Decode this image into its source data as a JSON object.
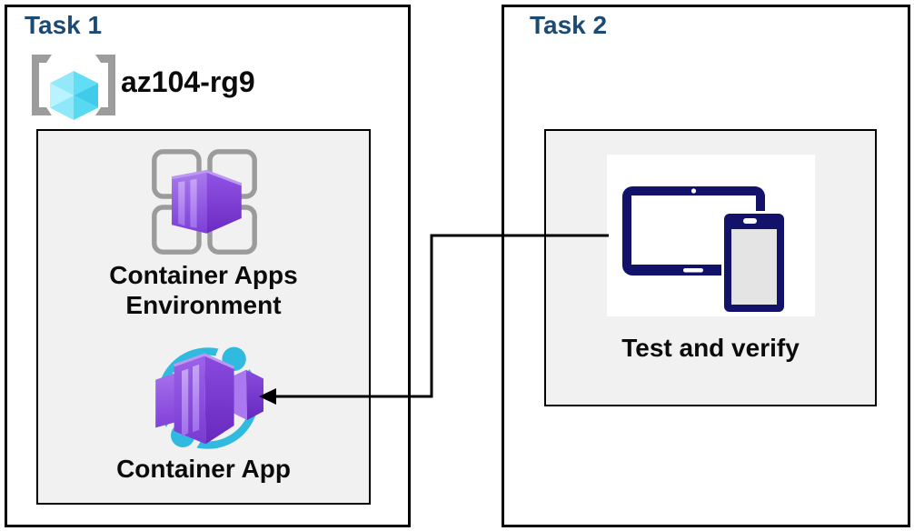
{
  "task1": {
    "title": "Task 1",
    "resource_group_label": "az104-rg9",
    "environment_label_line1": "Container Apps",
    "environment_label_line2": "Environment",
    "container_app_label": "Container App"
  },
  "task2": {
    "title": "Task 2",
    "device_label": "Test and verify"
  },
  "icons": {
    "resource_group": "azure-resource-group-icon",
    "container_apps_environment": "container-apps-environment-icon",
    "container_app": "container-app-icon",
    "devices": "tablet-and-phone-icon",
    "connector": "arrow-from-test-to-container-app"
  },
  "colors": {
    "title_blue": "#1B4A73",
    "text_black": "#0B0B0B",
    "box_border": "#000000",
    "inner_box_fill": "#F1F1F1",
    "device_navy": "#12126B",
    "cyan": "#31BADF",
    "purple_light": "#A97BEE",
    "purple_dark": "#6C2AC2",
    "bracket_gray": "#9C9C9C",
    "cube_cyan_light": "#B9F3FD",
    "cube_cyan_dark": "#3FCCEB"
  }
}
